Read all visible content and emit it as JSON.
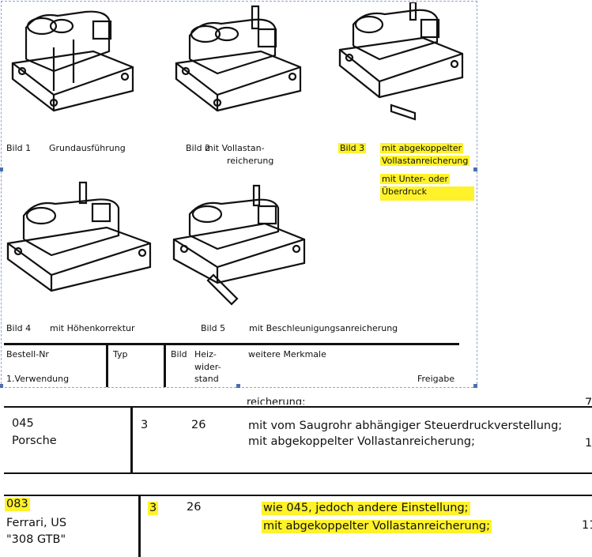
{
  "figures": [
    {
      "label": "Bild 1",
      "caption": [
        "Grundausführung"
      ],
      "highlighted": false
    },
    {
      "label": "Bild 2",
      "caption": [
        "mit Vollastan-",
        "reicherung"
      ],
      "highlighted": false
    },
    {
      "label": "Bild 3",
      "caption": [
        "mit abgekoppelter",
        "Vollastanreicherung",
        "mit Unter- oder",
        "Überdruck"
      ],
      "highlighted": true
    },
    {
      "label": "Bild 4",
      "caption": [
        "mit Höhenkorrektur"
      ],
      "highlighted": false
    },
    {
      "label": "Bild 5",
      "caption": [
        "mit Beschleunigungsanreicherung"
      ],
      "highlighted": false
    }
  ],
  "table_header": {
    "bestell_nr": "Bestell-Nr",
    "verwendung": "1.Verwendung",
    "typ": "Typ",
    "bild": "Bild",
    "heiz": [
      "Heiz-",
      "wider-",
      "stand"
    ],
    "merkmale": "weitere Merkmale",
    "freigabe": "Freigabe"
  },
  "cut_row": {
    "text": "reicherung;",
    "freigabe": "7"
  },
  "rows": [
    {
      "nr": "045",
      "verwendung": [
        "Porsche"
      ],
      "bild": "3",
      "heiz": "26",
      "merkmale": [
        "mit vom Saugrohr abhängiger Steuerdruckverstellung;",
        "mit abgekoppelter Vollastanreicherung;"
      ],
      "freigabe": "1",
      "highlighted": false
    },
    {
      "nr": "083",
      "verwendung": [
        "Ferrari, US",
        "\"308 GTB\""
      ],
      "bild": "3",
      "heiz": "26",
      "merkmale": [
        "wie 045,  jedoch andere Einstellung;",
        "mit abgekoppelter Vollastanreicherung;"
      ],
      "freigabe": "11",
      "highlighted": true
    }
  ],
  "colors": {
    "highlight": "#fff22a",
    "selection_frame": "#4a70b0"
  }
}
